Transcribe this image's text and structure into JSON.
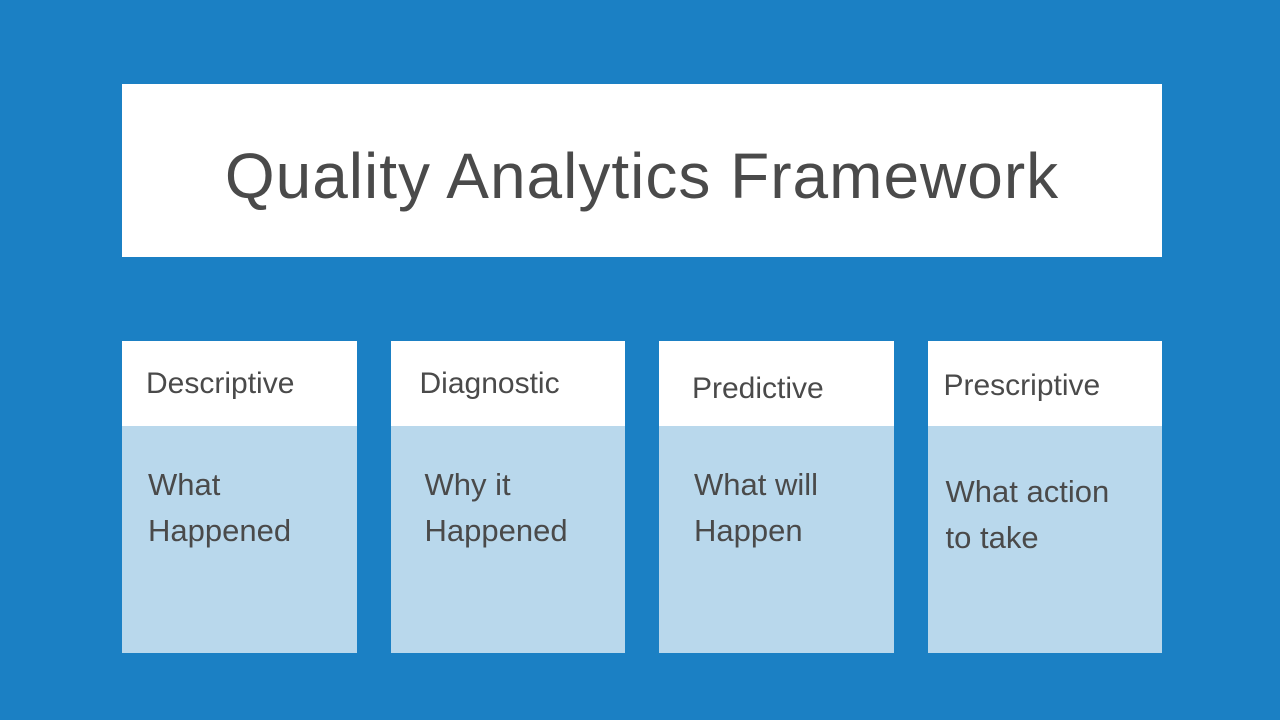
{
  "slide": {
    "title": "Quality Analytics Framework",
    "colors": {
      "background": "#1B80C4",
      "panel": "#FFFFFF",
      "body": "#B9D8EC",
      "text": "#4A4A4A"
    },
    "columns": [
      {
        "header": "Descriptive",
        "body": "What Happened"
      },
      {
        "header": "Diagnostic",
        "body": "Why it Happened"
      },
      {
        "header": "Predictive",
        "body": "What will Happen"
      },
      {
        "header": "Prescriptive",
        "body": "What action to take"
      }
    ]
  }
}
